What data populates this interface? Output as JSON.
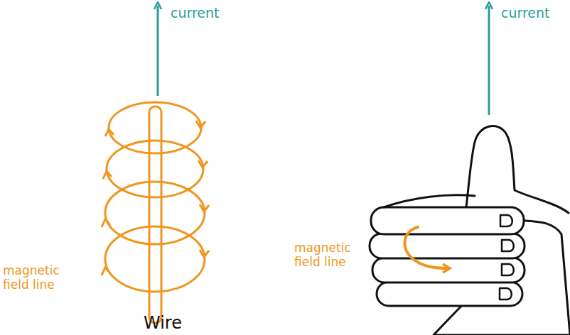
{
  "diagram": {
    "labels": [
      "current",
      "magnetic field line",
      "Wire",
      "current",
      "magnetic field line"
    ]
  }
}
